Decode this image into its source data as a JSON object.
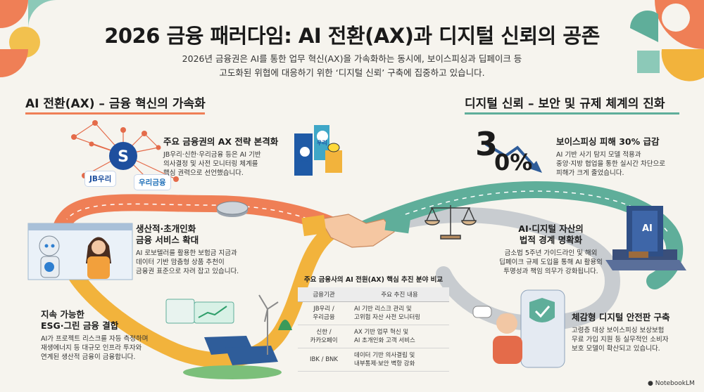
{
  "header": {
    "title": "2026 금융 패러다임: AI 전환(AX)과 디지털 신뢰의 공존",
    "subtitle_line1": "2026년 금융권은 AI를 통한 업무 혁신(AX)을 가속화하는 동시에, 보이스피싱과 딥페이크 등",
    "subtitle_line2": "고도화된 위협에 대응하기 위한 ‘디지털 신뢰’ 구축에 집중하고 있습니다."
  },
  "left_section": {
    "title": "AI 전환(AX) – 금융 혁신의 가속화",
    "blocks": [
      {
        "title": "주요 금융권의 AX 전략 본격화",
        "body": [
          "JB우리·신한·우리금융 등은 AI 기반",
          "의사결정 및 사전 모니터링 체계를",
          "핵심 권력으로 선언했습니다."
        ]
      },
      {
        "title": [
          "생산적·초개인화",
          "금융 서비스 확대"
        ],
        "body": [
          "AI 로보텔러를 활용한 보험금 지금과",
          "데이터 기반 맘춤형 상품 추천이",
          "금융권 표준으로 자려 잡고 있습니다."
        ]
      },
      {
        "title": [
          "지속 가능한",
          "ESG·그린 금융 결합"
        ],
        "body": [
          "AI가 프로젝트 리스크를 자등 측정하며",
          "재생에너지 등 대규모 인프라 투자와",
          "연계된 생산적 금융이 금융합니다."
        ]
      }
    ],
    "logos": [
      "JB우리",
      "우리금융",
      "신한",
      "우리"
    ]
  },
  "right_section": {
    "title": "디지털 신뢰 – 보안 및 규제 체계의 진화",
    "bignum_main": "3",
    "bignum_pct": "0%",
    "blocks": [
      {
        "title": "보이스피싱 피해 30% 급감",
        "body": [
          "AI 기반 사기 탐지 모델 적용과",
          "중앙·지방 협업을 통한 실시간 차단으로",
          "피해가 크게 줄었습니다."
        ]
      },
      {
        "title": [
          "AI·디지털 자산의",
          "법적 경계 명확화"
        ],
        "body": [
          "금소법 5주년 가이드라인 및 해외",
          "딥페이크 규제 도입을 통해 AI 활용의",
          "투명성과 책임 의무가 강화됩니다."
        ]
      },
      {
        "title": "체감형 디지털 안전판 구축",
        "body": [
          "고령층 대상 보이스피싱 보상보험",
          "무료 가입 지원 등 실무적인 소비자",
          "보호 모델이 확산되고 있습니다."
        ]
      }
    ],
    "book_label": "AI"
  },
  "table": {
    "title": "주요 금융사의 AI 전원(AX) 핵심 추진 분야 비교",
    "headers": [
      "금융기관",
      "주요 추진 내용"
    ],
    "rows": [
      {
        "inst": [
          "JB우리 /",
          "우리금융"
        ],
        "content": [
          "AI 기반 리스크 관리 및",
          "고위험 자산 사전 모니터링"
        ]
      },
      {
        "inst": [
          "신한 /",
          "카카오페이"
        ],
        "content": [
          "AX 기반 업무 혁신 및",
          "AI 초개인화 고객 서비스"
        ]
      },
      {
        "inst": [
          "IBK / BNK"
        ],
        "content": [
          "데이터 기반 의사결립 및",
          "내부통제·보안 벽항 강화"
        ]
      }
    ]
  },
  "footer": {
    "brand": "NotebookLM"
  },
  "colors": {
    "orange_road": "#ef7f56",
    "yellow_road": "#f2b33c",
    "teal_road": "#5fae9a",
    "grey_road": "#c8ccd0",
    "accent_blue": "#3a6fb8"
  }
}
